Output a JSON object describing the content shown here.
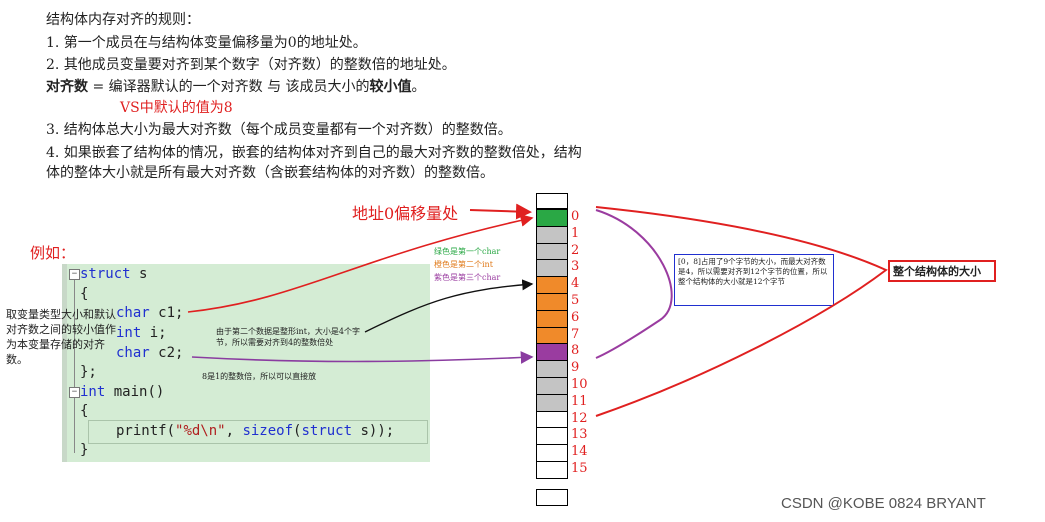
{
  "rules": {
    "title": "结构体内存对齐的规则：",
    "r1": "1.  第一个成员在与结构体变量偏移量为0的地址处。",
    "r2": "2.  其他成员变量要对齐到某个数字（对齐数）的整数倍的地址处。",
    "r_align_head": "对齐数",
    "r_align_mid": " = 编译器默认的一个对齐数 与 该成员大小的",
    "r_align_bold": "较小值",
    "r_align_end": "。",
    "vs_note": "VS中默认的值为8",
    "r3": "3.  结构体总大小为最大对齐数（每个成员变量都有一个对齐数）的整数倍。",
    "r4a": "4.  如果嵌套了结构体的情况，嵌套的结构体对齐到自己的最大对齐数的整数倍处，结构",
    "r4b": "体的整体大小就是所有最大对齐数（含嵌套结构体的对齐数）的整数倍。"
  },
  "example_label": "例如：",
  "left_note": "取变量类型大小和默认对齐数之间的较小值作为本变量存储的对齐数。",
  "code": {
    "l1_kw": "struct",
    "l1_name": " s",
    "l2": "{",
    "l3_kw": "char",
    "l3_rest": " c1;",
    "l4_kw": "int",
    "l4_rest": " i;",
    "l5_kw": "char",
    "l5_rest": " c2;",
    "l6": "};",
    "l7_kw": "int",
    "l7_rest": " main()",
    "l8": "{",
    "l9_a": "printf(",
    "l9_str": "\"%d\\n\"",
    "l9_b": ", ",
    "l9_kw": "sizeof",
    "l9_c": "(",
    "l9_kw2": "struct",
    "l9_d": " s));",
    "l10": "}",
    "fold_sign": "−"
  },
  "offset_label": "地址0偏移量处",
  "legend": {
    "green": "绿色是第一个char",
    "orange": "橙色是第二个int",
    "purple": "紫色是第三个char"
  },
  "int_note": "由于第二个数据是整形int，大小是4个字节，所以需要对齐到4的整数倍处",
  "c2_note": "8是1的整数倍，所以可以直接放",
  "range_note": "[0，8]占用了9个字节的大小，而最大对齐数是4，所以需要对齐到12个字节的位置，所以整个结构体的大小就是12个字节",
  "total_label": "整个结构体的大小",
  "cells": [
    {
      "index": "0",
      "fill": "#2aa845"
    },
    {
      "index": "1",
      "fill": "#c4c4c4"
    },
    {
      "index": "2",
      "fill": "#c4c4c4"
    },
    {
      "index": "3",
      "fill": "#c4c4c4"
    },
    {
      "index": "4",
      "fill": "#f08a2a"
    },
    {
      "index": "5",
      "fill": "#f08a2a"
    },
    {
      "index": "6",
      "fill": "#f08a2a"
    },
    {
      "index": "7",
      "fill": "#f08a2a"
    },
    {
      "index": "8",
      "fill": "#9a3ca0"
    },
    {
      "index": "9",
      "fill": "#c4c4c4"
    },
    {
      "index": "10",
      "fill": "#c4c4c4"
    },
    {
      "index": "11",
      "fill": "#c4c4c4"
    },
    {
      "index": "12",
      "fill": "#ffffff"
    },
    {
      "index": "13",
      "fill": "#ffffff"
    },
    {
      "index": "14",
      "fill": "#ffffff"
    },
    {
      "index": "15",
      "fill": "#ffffff"
    }
  ],
  "watermark": "CSDN @KOBE 0824 BRYANT",
  "colors": {
    "accent_red": "#e02020",
    "code_bg": "#d4ecd4",
    "keyword_blue": "#2030d0"
  }
}
